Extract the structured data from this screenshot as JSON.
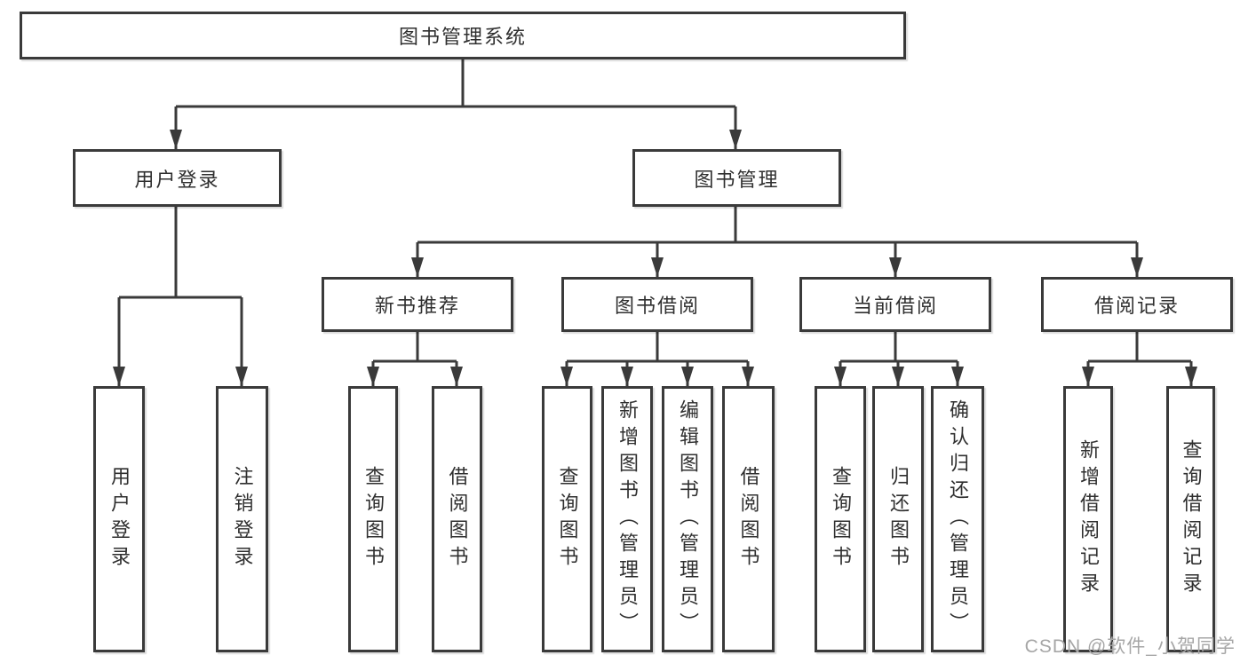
{
  "diagram": {
    "colors": {
      "line": "#3a3a3a",
      "text": "#2f2f2f",
      "box_bg": "#ffffff",
      "watermark": "#a6a6a6"
    },
    "tree": {
      "root": {
        "label": "图书管理系统",
        "children": [
          {
            "label": "用户登录",
            "children": [
              {
                "label": "用户登录"
              },
              {
                "label": "注销登录"
              }
            ]
          },
          {
            "label": "图书管理",
            "children": [
              {
                "label": "新书推荐",
                "children": [
                  {
                    "label": "查询图书"
                  },
                  {
                    "label": "借阅图书"
                  }
                ]
              },
              {
                "label": "图书借阅",
                "children": [
                  {
                    "label": "查询图书"
                  },
                  {
                    "label": "新增图书（管理员）"
                  },
                  {
                    "label": "编辑图书（管理员）"
                  },
                  {
                    "label": "借阅图书"
                  }
                ]
              },
              {
                "label": "当前借阅",
                "children": [
                  {
                    "label": "查询图书"
                  },
                  {
                    "label": "归还图书"
                  },
                  {
                    "label": "确认归还（管理员）"
                  }
                ]
              },
              {
                "label": "借阅记录",
                "children": [
                  {
                    "label": "新增借阅记录"
                  },
                  {
                    "label": "查询借阅记录"
                  }
                ]
              }
            ]
          }
        ]
      }
    },
    "watermark": {
      "text": "CSDN @软件_小贺同学"
    }
  }
}
